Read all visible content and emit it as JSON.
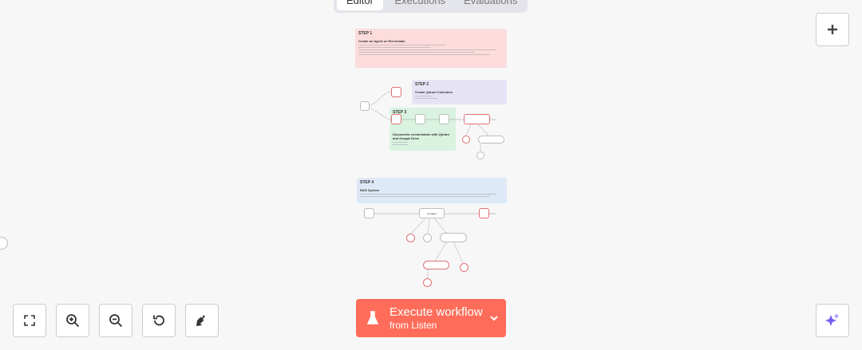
{
  "tabs": [
    {
      "label": "Editor",
      "active": true
    },
    {
      "label": "Executions"
    },
    {
      "label": "Evaluations"
    }
  ],
  "canvas": {
    "sticky_notes": [
      {
        "step": "STEP 1",
        "title": "Create an Agent on Elevenlabs",
        "color": "#fcdcdc"
      },
      {
        "step": "STEP 2",
        "title": "Create Qdrant Collection",
        "color": "#e6e4f4"
      },
      {
        "step": "STEP 3",
        "title": "Documents vectorization with Qdrant and Google Drive",
        "color": "#d9f3e0"
      },
      {
        "step": "STEP 4",
        "title": "RAG System",
        "color": "#dde9f6"
      }
    ],
    "nodes": {
      "agent": "AI Agent"
    }
  },
  "execute": {
    "label": "Execute workflow",
    "sub": "from Listen",
    "color": "#ff6d5a"
  },
  "icons": {
    "add": "plus-icon",
    "fit": "fit-view-icon",
    "zoom_in": "zoom-in-icon",
    "zoom_out": "zoom-out-icon",
    "reset": "undo-icon",
    "tidy": "broom-icon",
    "ai": "sparkle-icon",
    "execute": "flask-icon",
    "dropdown": "chevron-down-icon"
  }
}
